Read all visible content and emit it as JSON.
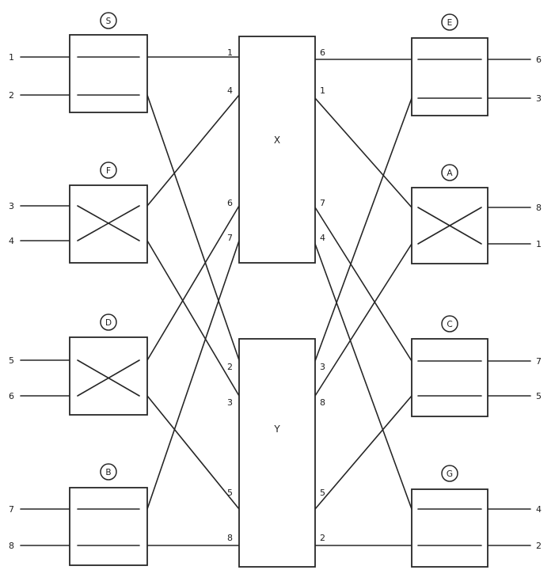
{
  "left_inputs": [
    "1",
    "2",
    "3",
    "4",
    "5",
    "6",
    "7",
    "8"
  ],
  "right_outputs": [
    "6",
    "3",
    "8",
    "1",
    "7",
    "5",
    "4",
    "2"
  ],
  "left_switches": [
    {
      "label": "S",
      "state": "straight"
    },
    {
      "label": "F",
      "state": "cross"
    },
    {
      "label": "D",
      "state": "cross"
    },
    {
      "label": "B",
      "state": "straight"
    }
  ],
  "right_switches": [
    {
      "label": "E",
      "state": "straight"
    },
    {
      "label": "A",
      "state": "cross"
    },
    {
      "label": "C",
      "state": "straight"
    },
    {
      "label": "G",
      "state": "straight"
    }
  ],
  "center_modules": [
    {
      "label": "X",
      "left_ports": [
        "1",
        "4",
        "6",
        "7"
      ],
      "right_ports": [
        "6",
        "1",
        "7",
        "4"
      ]
    },
    {
      "label": "Y",
      "left_ports": [
        "2",
        "3",
        "5",
        "8"
      ],
      "right_ports": [
        "3",
        "8",
        "5",
        "2"
      ]
    }
  ]
}
